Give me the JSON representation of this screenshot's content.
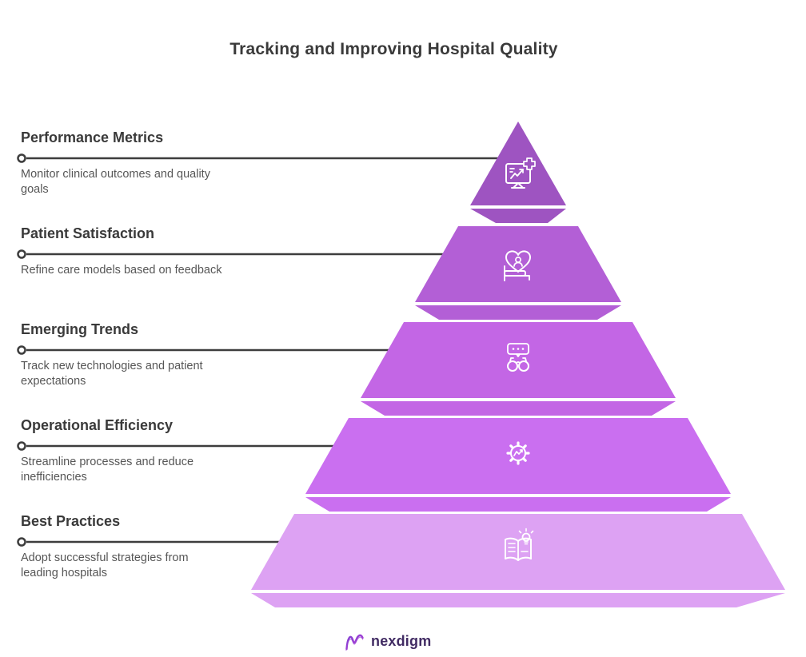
{
  "title": "Tracking and Improving Hospital Quality",
  "levels": [
    {
      "heading": "Performance Metrics",
      "description": "Monitor clinical outcomes and quality goals",
      "color": "#9e54c1",
      "icon": "monitor-chart-plus-icon"
    },
    {
      "heading": "Patient Satisfaction",
      "description": "Refine care models based on feedback",
      "color": "#b35fd6",
      "icon": "heart-patient-bed-icon"
    },
    {
      "heading": "Emerging Trends",
      "description": "Track new technologies and patient expectations",
      "color": "#c366e5",
      "icon": "binoculars-chat-icon"
    },
    {
      "heading": "Operational Efficiency",
      "description": "Streamline processes and reduce inefficiencies",
      "color": "#ca6ff0",
      "icon": "gear-trend-icon"
    },
    {
      "heading": "Best Practices",
      "description": "Adopt successful strategies from leading hospitals",
      "color": "#dda2f3",
      "icon": "book-lightbulb-icon"
    }
  ],
  "connector": {
    "color": "#3d3d3d"
  },
  "text": {
    "title_color": "#3a3a3a",
    "heading_color": "#3a3a3a",
    "description_color": "#565656"
  },
  "icon_stroke": "#ffffff",
  "logo": {
    "text": "nexdigm",
    "text_color": "#412b63",
    "gradient_start": "#7e3fd1",
    "gradient_end": "#bb3fd6"
  }
}
